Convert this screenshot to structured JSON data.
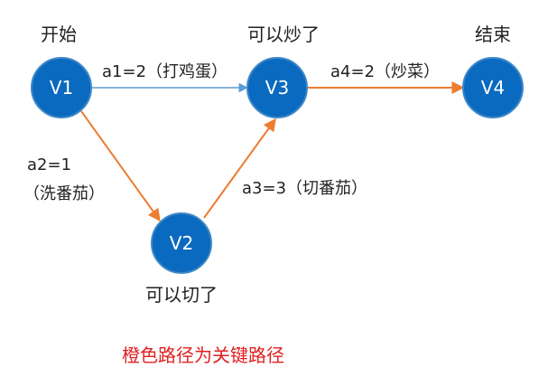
{
  "nodes": {
    "v1": {
      "name": "V1",
      "state": "开始"
    },
    "v2": {
      "name": "V2",
      "state": "可以切了"
    },
    "v3": {
      "name": "V3",
      "state": "可以炒了"
    },
    "v4": {
      "name": "V4",
      "state": "结束"
    }
  },
  "edges": {
    "a1": {
      "label": "a1=2（打鸡蛋）",
      "critical": false
    },
    "a2": {
      "label_line1": "a2=1",
      "label_line2": "（洗番茄）",
      "critical": true
    },
    "a3": {
      "label": "a3=3（切番茄）",
      "critical": true
    },
    "a4": {
      "label": "a4=2（炒菜）",
      "critical": true
    }
  },
  "note": "橙色路径为关键路径",
  "colors": {
    "node_fill": "#0a6abf",
    "critical_edge": "#ed7d31",
    "normal_edge": "#5b9bd5",
    "note_text": "#e02020"
  }
}
